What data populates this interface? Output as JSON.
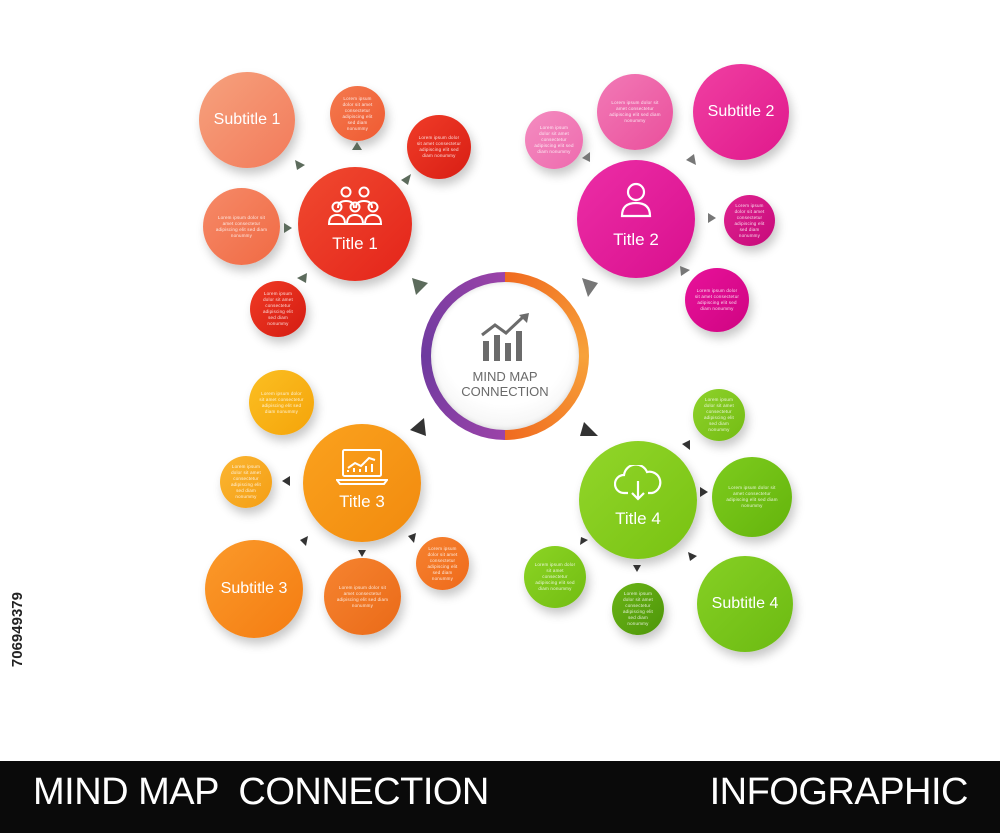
{
  "center": {
    "label": "MIND MAP CONNECTION",
    "icon": "bar-chart-trend-icon"
  },
  "branches": [
    {
      "title": "Title 1",
      "subtitle": "Subtitle 1",
      "icon": "group-people-icon",
      "color": "#e8321e"
    },
    {
      "title": "Title 2",
      "subtitle": "Subtitle 2",
      "icon": "user-icon",
      "color": "#e0199a"
    },
    {
      "title": "Title 3",
      "subtitle": "Subtitle 3",
      "icon": "laptop-chart-icon",
      "color": "#f59a12"
    },
    {
      "title": "Title 4",
      "subtitle": "Subtitle 4",
      "icon": "cloud-download-icon",
      "color": "#82c81e"
    }
  ],
  "placeholder_text": "Lorem ipsum dolor sit amet consectetur adipiscing elit sed diam nonummy",
  "footer": {
    "left": "MIND MAP  CONNECTION",
    "right": "INFOGRAPHIC"
  },
  "stock_id": "706949379"
}
